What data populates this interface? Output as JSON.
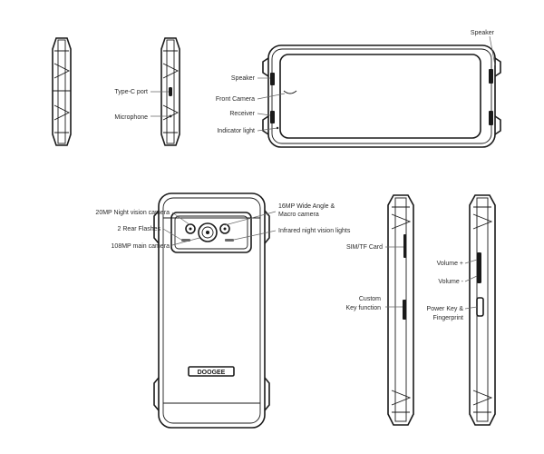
{
  "labels": {
    "speaker_top_right": "Speaker",
    "type_c_port": "Type-C port",
    "microphone": "Microphone",
    "speaker_front": "Speaker",
    "front_camera": "Front Camera",
    "receiver": "Receiver",
    "indicator_light": "Indicator light",
    "night_vision_camera": "20MP Night vision camera",
    "rear_flashes": "2 Rear Flashes",
    "main_camera": "108MP main camera",
    "wide_angle_line1": "16MP Wide Angle &",
    "wide_angle_line2": "Macro camera",
    "infrared_lights": "Infrared night vision lights",
    "sim_card": "SIM/TF Card",
    "custom_key_line1": "Custom",
    "custom_key_line2": "Key function",
    "volume_up": "Volume +",
    "volume_down": "Volume -",
    "power_key_line1": "Power Key &",
    "power_key_line2": "Fingerprint"
  },
  "brand_plate": "DOOGEE"
}
